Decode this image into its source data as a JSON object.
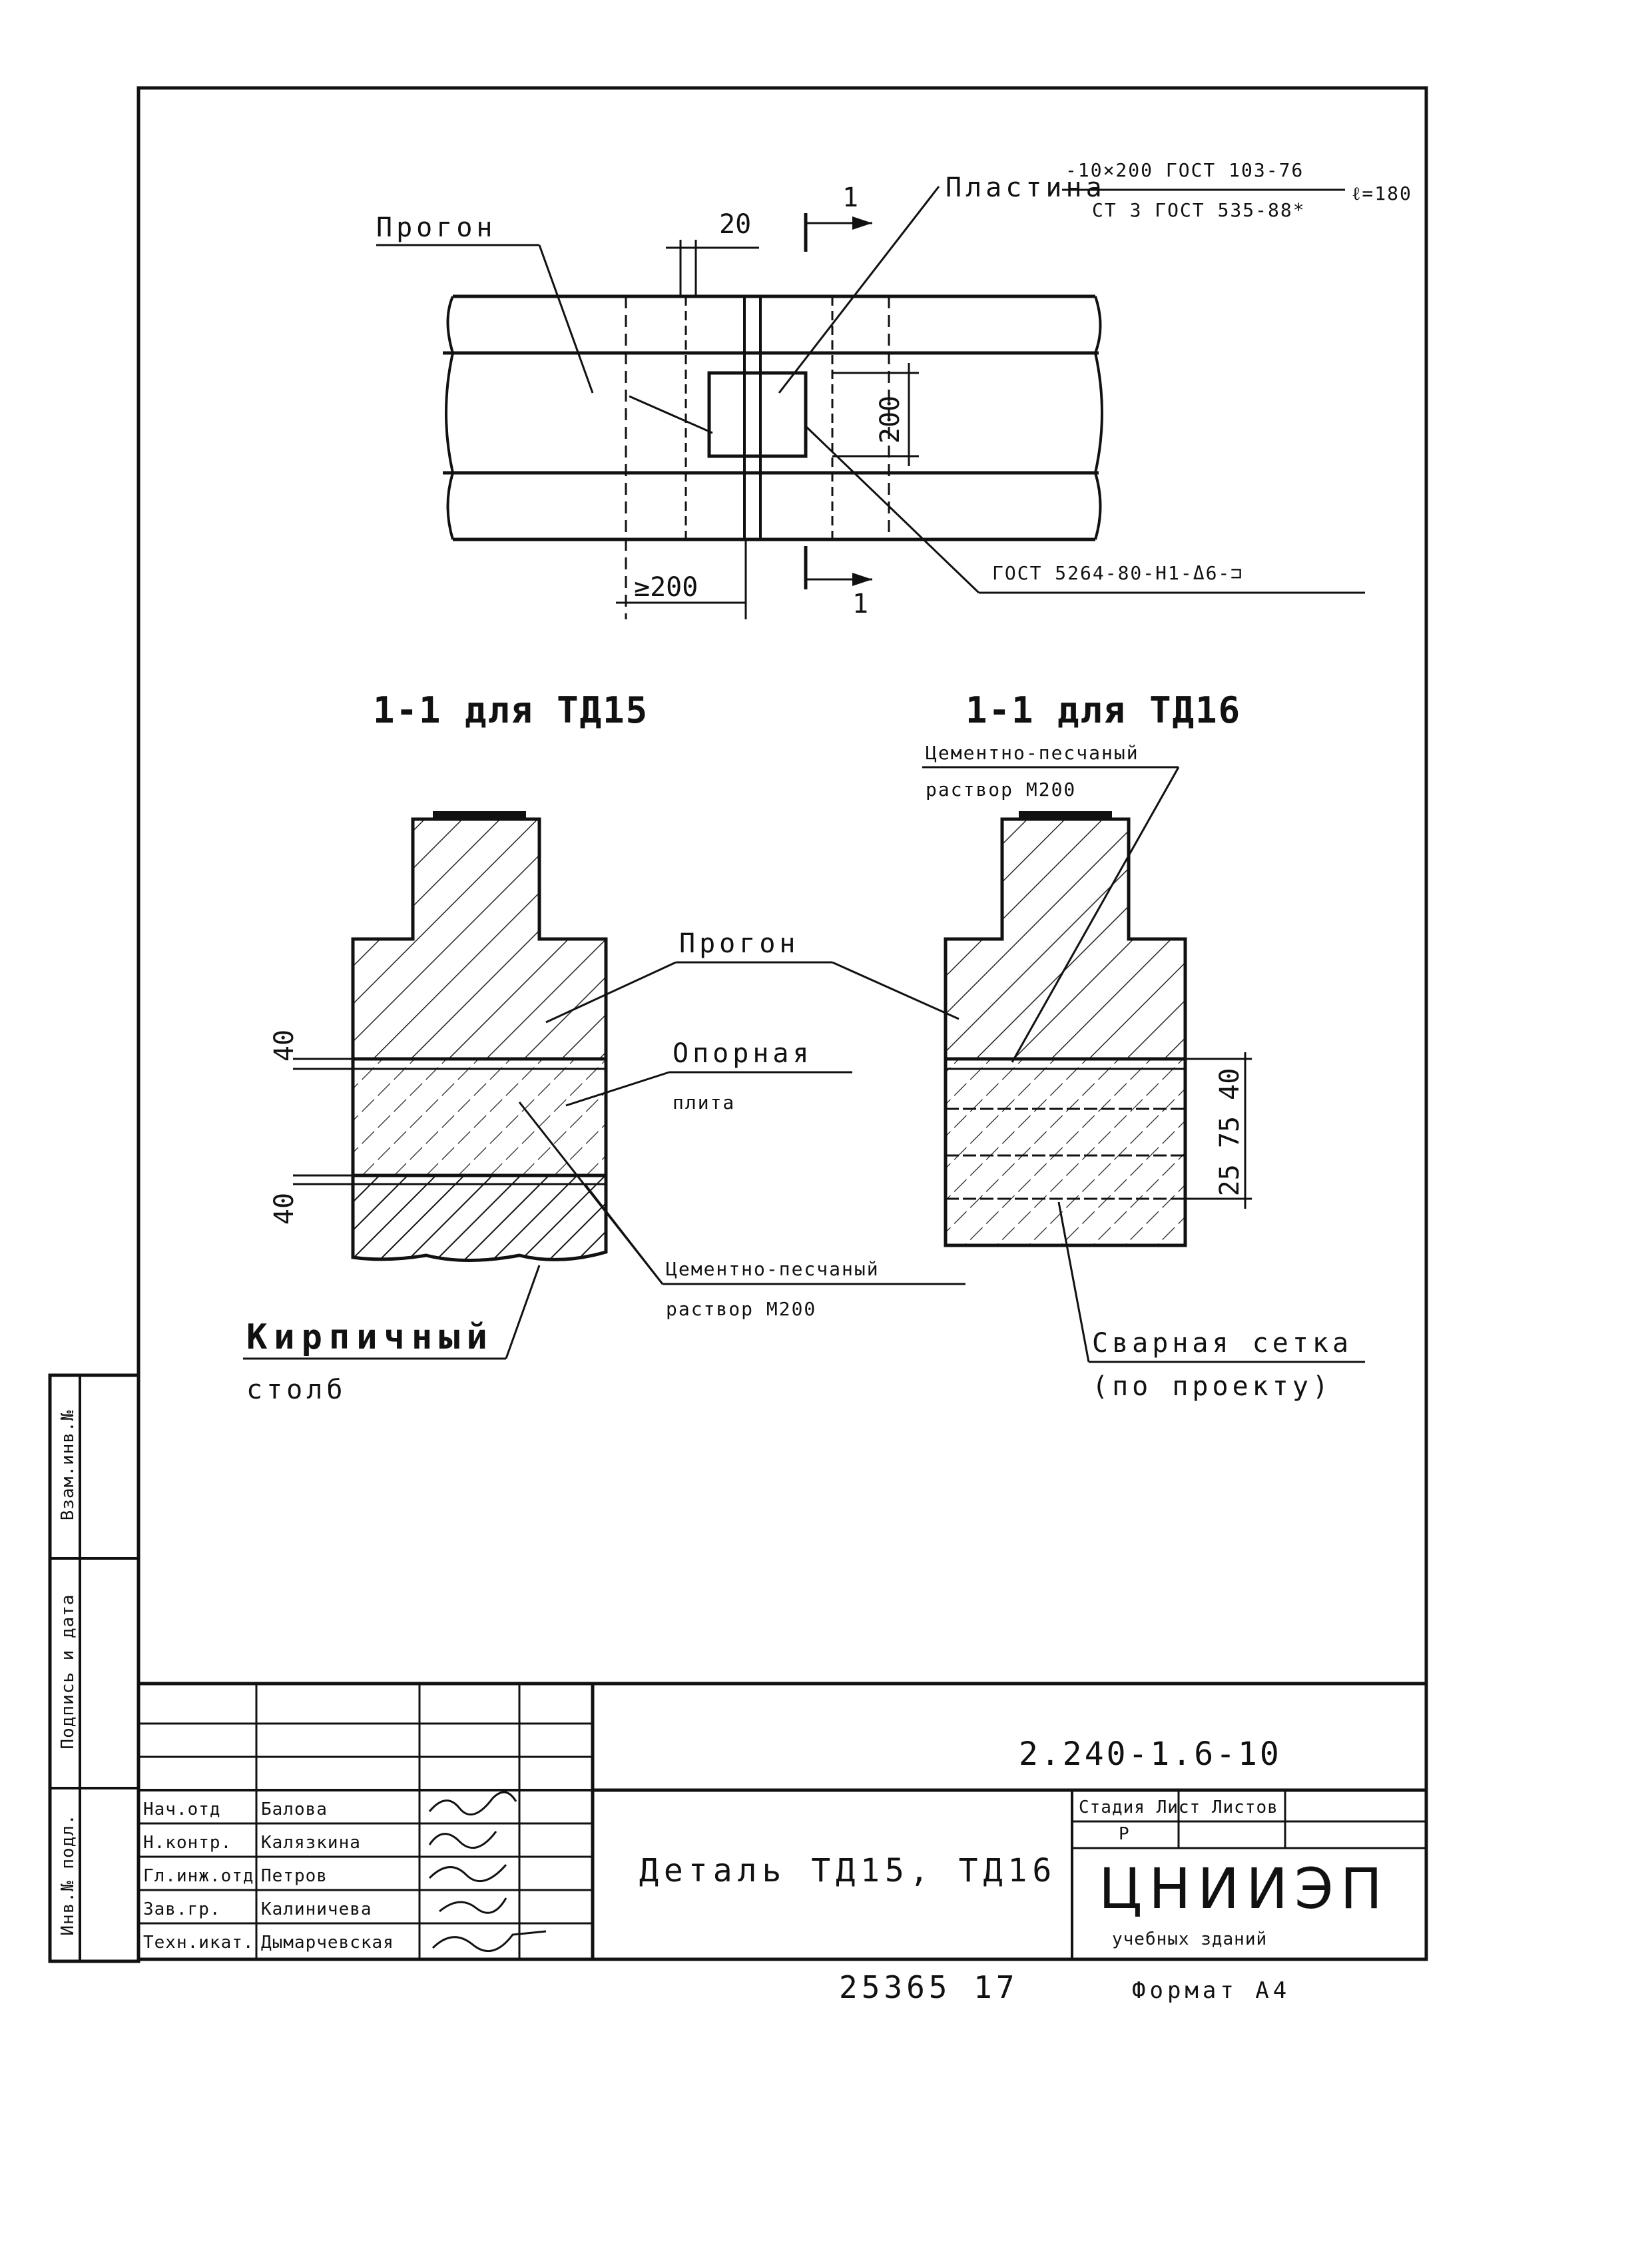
{
  "plan": {
    "progon_label": "Прогон",
    "plate_label": "Пластина",
    "plate_spec_top": "-10×200 ГОСТ 103-76",
    "plate_spec_bottom": "СТ 3 ГОСТ 535-88*",
    "plate_length": "ℓ=180",
    "dim_20": "20",
    "dim_200_width": "≥200",
    "dim_200_height": "200",
    "section_mark_top": "1",
    "section_mark_bottom": "1",
    "weld_spec": "ГОСТ 5264-80-Н1-Δ6-⊐"
  },
  "sections": {
    "left_title": "1-1 для ТД15",
    "right_title": "1-1 для ТД16",
    "mortar_top_line1": "Цементно-песчаный",
    "mortar_top_line2": "раствор М200",
    "progon": "Прогон",
    "support_line1": "Опорная",
    "support_line2": "плита",
    "dim_40_top": "40",
    "dim_40_bottom": "40",
    "dims_right": "25 75 40",
    "mortar_bottom_line1": "Цементно-песчаный",
    "mortar_bottom_line2": "раствор М200",
    "brick_line1": "Кирпичный",
    "brick_line2": "столб",
    "mesh_line1": "Сварная сетка",
    "mesh_line2": "(по проекту)"
  },
  "side_stamp": {
    "cell1": "Взам.инв.№",
    "cell2": "Подпись и дата",
    "cell3": "Инв.№ подл."
  },
  "title_block": {
    "doc_code": "2.240-1.6-10",
    "title": "Деталь ТД15, ТД16",
    "organization": "ЦНИИЭП",
    "organization_sub": "учебных зданий",
    "stage_header": "Стадия  Лист  Листов",
    "stage_value": "Р",
    "rows": [
      {
        "role": "Нач.отд",
        "name": "Балова"
      },
      {
        "role": "Н.контр.",
        "name": "Калязкина"
      },
      {
        "role": "Гл.инж.отд",
        "name": "Петров"
      },
      {
        "role": "Зав.гр.",
        "name": "Калиничева"
      },
      {
        "role": "Техн.икат.",
        "name": "Дымарчевская"
      }
    ]
  },
  "footer": {
    "archive_number": "25365 17",
    "format": "Формат А4"
  }
}
